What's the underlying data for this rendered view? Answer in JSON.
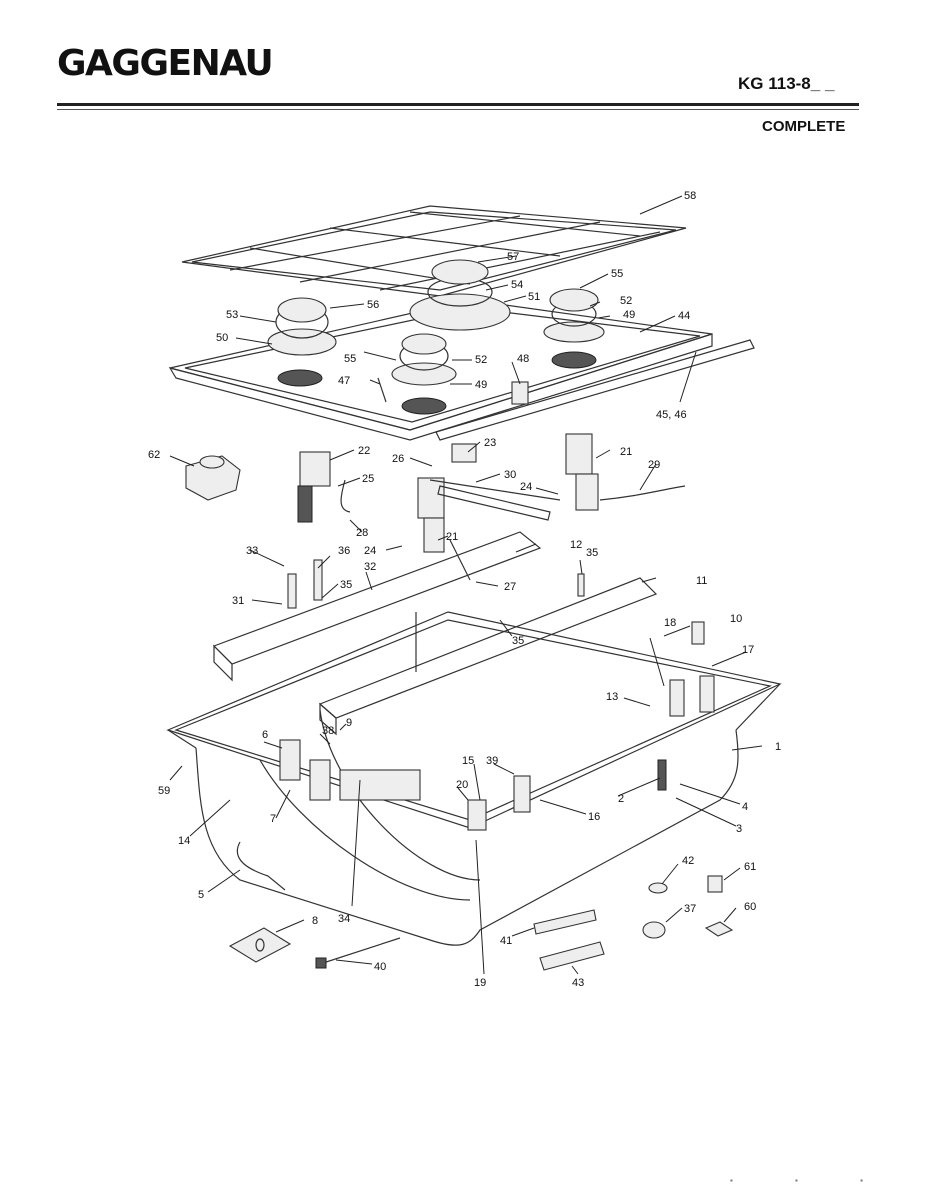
{
  "header": {
    "brand": "GAGGENAU",
    "model": "KG 113-8_ _",
    "subtitle": "COMPLETE"
  },
  "callouts": [
    "58",
    "57",
    "55",
    "54",
    "51",
    "56",
    "53",
    "52",
    "49",
    "44",
    "50",
    "55",
    "52",
    "48",
    "47",
    "49",
    "45, 46",
    "62",
    "22",
    "23",
    "26",
    "21",
    "25",
    "30",
    "29",
    "24",
    "28",
    "21",
    "33",
    "36",
    "24",
    "12",
    "35",
    "32",
    "27",
    "11",
    "31",
    "35",
    "10",
    "35",
    "18",
    "17",
    "13",
    "38",
    "9",
    "6",
    "1",
    "59",
    "15",
    "39",
    "20",
    "2",
    "4",
    "3",
    "16",
    "7",
    "14",
    "42",
    "61",
    "5",
    "37",
    "60",
    "8",
    "34",
    "41",
    "40",
    "19",
    "43"
  ],
  "footer_marks": "▪ ▪ ▪"
}
